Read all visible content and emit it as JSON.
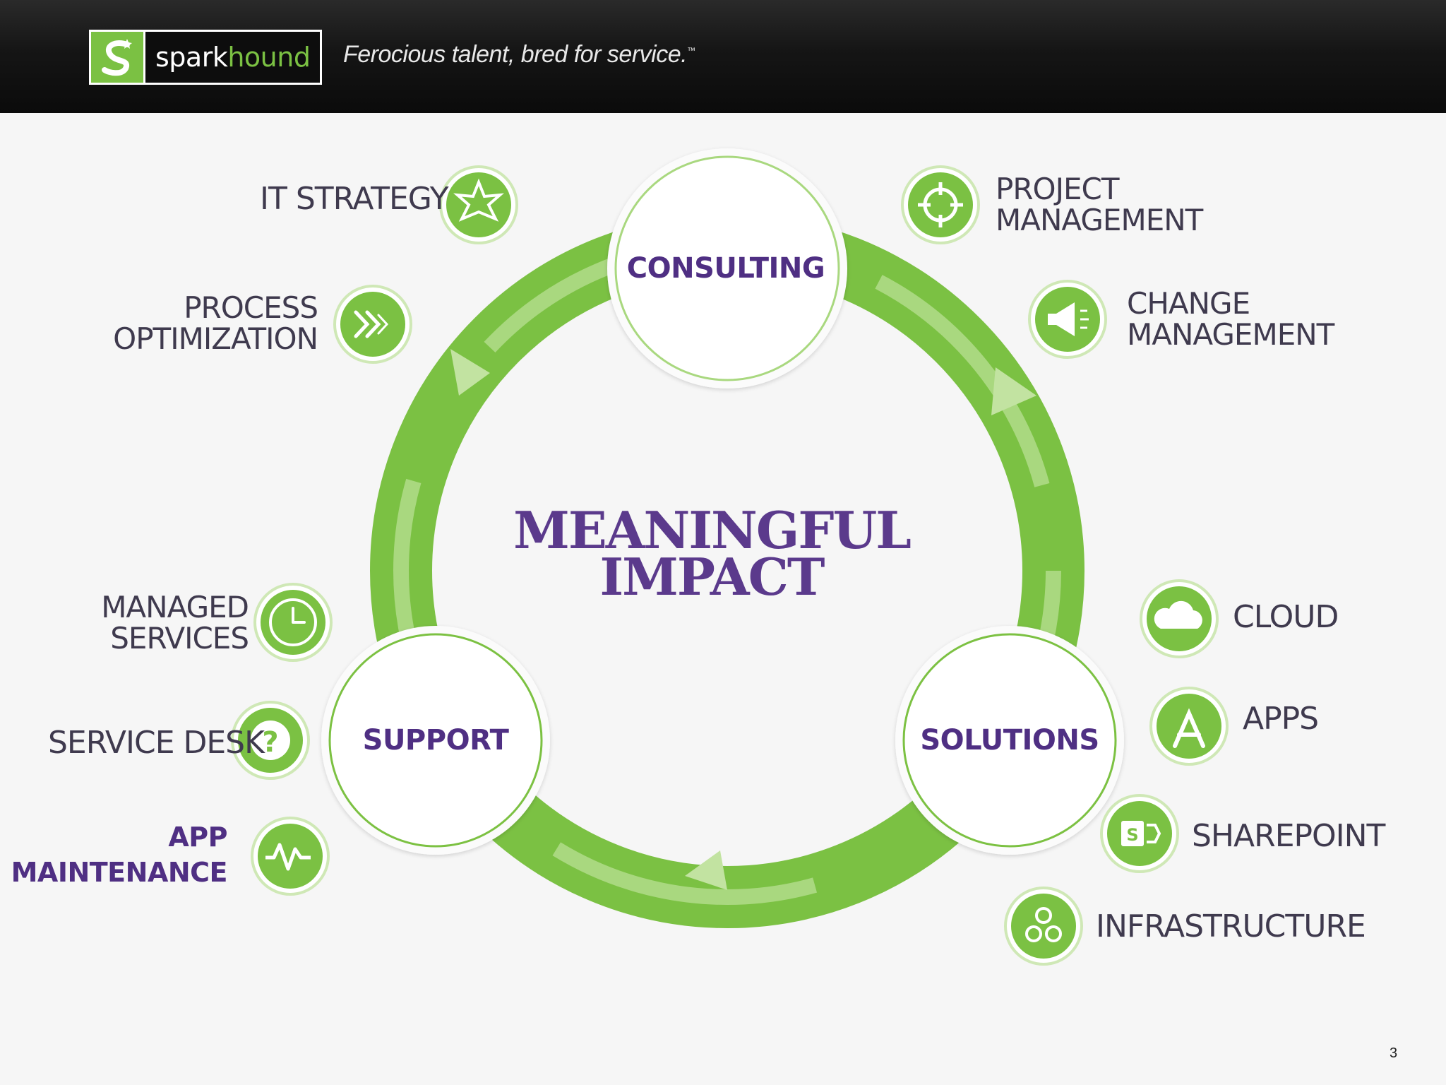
{
  "header": {
    "logo_text_main": "spark",
    "logo_text_accent": "hound",
    "tagline": "Ferocious talent, bred for service.",
    "tagline_mark": "™"
  },
  "center": {
    "line1": "MEANINGFUL",
    "line2": "IMPACT"
  },
  "hubs": {
    "consulting": "CONSULTING",
    "support": "SUPPORT",
    "solutions": "SOLUTIONS"
  },
  "consulting_items": {
    "it_strategy": "IT STRATEGY",
    "process_optimization_1": "PROCESS",
    "process_optimization_2": "OPTIMIZATION",
    "project_management_1": "PROJECT",
    "project_management_2": "MANAGEMENT",
    "change_management_1": "CHANGE",
    "change_management_2": "MANAGEMENT"
  },
  "support_items": {
    "managed_services_1": "MANAGED",
    "managed_services_2": "SERVICES",
    "service_desk": "SERVICE DESK",
    "app_maintenance_1": "APP",
    "app_maintenance_2": "MAINTENANCE"
  },
  "solutions_items": {
    "cloud": "CLOUD",
    "apps": "APPS",
    "sharepoint": "SHAREPOINT",
    "infrastructure": "INFRASTRUCTURE"
  },
  "slide_number": "3",
  "colors": {
    "green": "#7bc143",
    "purple": "#4f2f83",
    "gray_text": "#3f3a4e"
  },
  "icons": {
    "it_strategy": "star-burst-icon",
    "process_optimization": "fast-forward-icon",
    "project_management": "crosshair-icon",
    "change_management": "megaphone-icon",
    "managed_services": "clock-icon",
    "service_desk": "question-icon",
    "app_maintenance": "heartbeat-icon",
    "cloud": "cloud-icon",
    "apps": "app-store-icon",
    "sharepoint": "sharepoint-icon",
    "infrastructure": "network-nodes-icon"
  }
}
